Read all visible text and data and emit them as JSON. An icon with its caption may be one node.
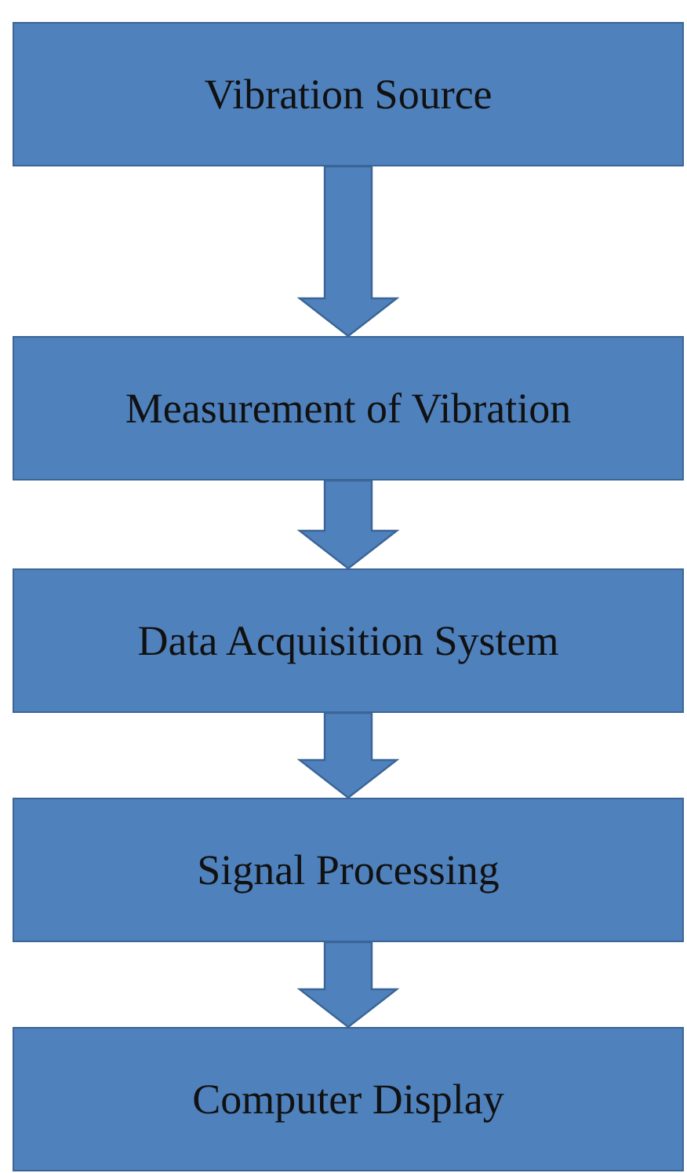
{
  "diagram": {
    "nodes": [
      {
        "text": [
          "Vibration Source"
        ]
      },
      {
        "text": [
          "Measurement of Vibration"
        ]
      },
      {
        "text": [
          "Data Acquisition System"
        ]
      },
      {
        "text": [
          "Signal Processing"
        ]
      },
      {
        "text": [
          "Computer Display"
        ]
      }
    ],
    "edges": [
      {
        "from": 0,
        "to": 1,
        "arrow": "to"
      },
      {
        "from": 1,
        "to": 2,
        "arrow": "to"
      },
      {
        "from": 2,
        "to": 3,
        "arrow": "to"
      },
      {
        "from": 3,
        "to": 4,
        "arrow": "to"
      }
    ]
  }
}
